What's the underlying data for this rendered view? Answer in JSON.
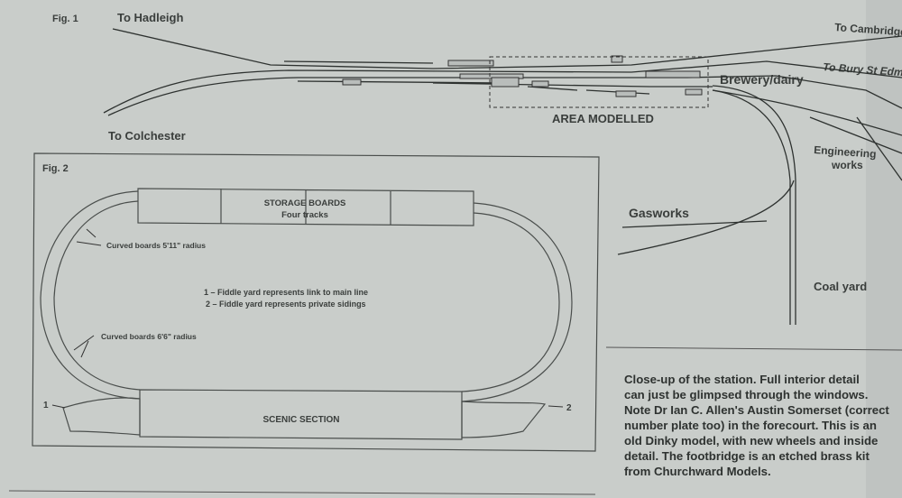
{
  "fig1": {
    "label": "Fig. 1",
    "destinations": {
      "hadleigh": "To Hadleigh",
      "colchester": "To Colchester",
      "cambridge": "To Cambridge",
      "bury": "To Bury St Edmunds"
    },
    "area_label": "AREA MODELLED",
    "sidings": {
      "brewery": "Brewery/dairy",
      "engineering": "Engineering works",
      "engineering_line1": "Engineering",
      "engineering_line2": "works",
      "gasworks": "Gasworks",
      "coal_yard": "Coal yard"
    }
  },
  "fig2": {
    "label": "Fig. 2",
    "storage_title": "STORAGE BOARDS",
    "storage_sub": "Four tracks",
    "curve_inner": "Curved boards 5'11\" radius",
    "curve_outer": "Curved boards 6'6\" radius",
    "note1": "1 – Fiddle yard represents link to main line",
    "note2": "2 – Fiddle yard represents private sidings",
    "scenic": "SCENIC SECTION",
    "marker1": "1",
    "marker2": "2"
  },
  "caption": {
    "lines": [
      "Close-up of the station. Full interior detail",
      "can just be glimpsed through the windows.",
      "Note Dr Ian C. Allen's Austin Somerset (correct",
      "number plate too) in the forecourt. This is an",
      "old Dinky model, with new wheels and inside",
      "detail. The footbridge is an etched brass kit",
      "from Churchward Models."
    ]
  }
}
